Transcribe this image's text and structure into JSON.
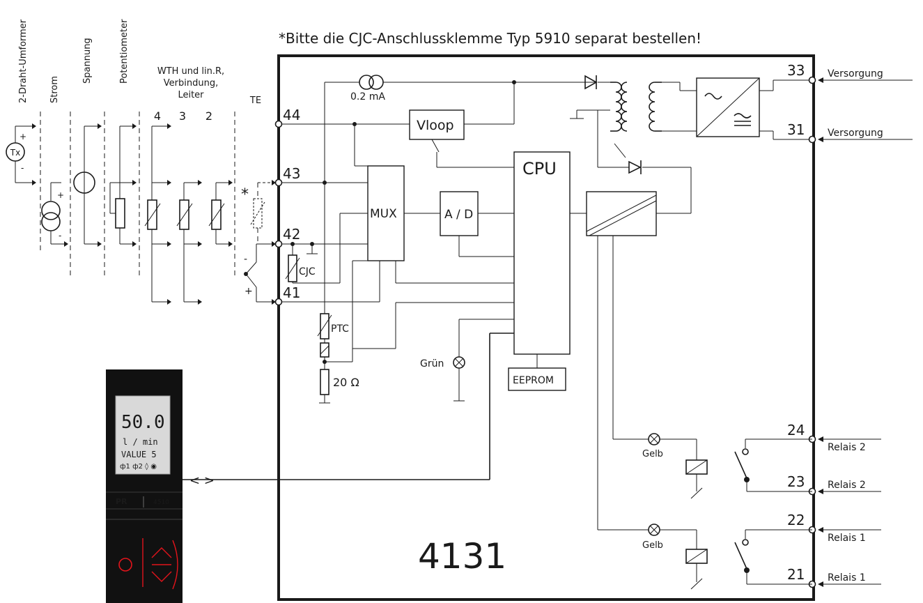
{
  "note": "*Bitte die CJC-Anschlussklemme Typ 5910 separat bestellen!",
  "device": {
    "model": "4131"
  },
  "input_types": {
    "transmitter": "2-Draht-Umformer",
    "current": "Strom",
    "voltage": "Spannung",
    "potentiometer": "Potentiometer",
    "rtd_line1": "WTH und lin.R,",
    "rtd_line2": "Verbindung,",
    "rtd_line3": "Leiter",
    "wire4": "4",
    "wire3": "3",
    "wire2": "2",
    "tc": "TE",
    "tx_symbol": "Tx",
    "star": "*",
    "plus": "+",
    "minus": "-"
  },
  "terminals": {
    "t44": "44",
    "t43": "43",
    "t42": "42",
    "t41": "41",
    "t33": "33",
    "t31": "31",
    "t24": "24",
    "t23": "23",
    "t22": "22",
    "t21": "21"
  },
  "blocks": {
    "current_source": "0.2 mA",
    "vloop": "Vloop",
    "cpu": "CPU",
    "mux": "MUX",
    "adc": "A / D",
    "eeprom": "EEPROM",
    "cjc": "CJC",
    "ptc": "PTC",
    "resistor": "20 Ω"
  },
  "leds": {
    "green": "Grün",
    "yellow1": "Gelb",
    "yellow2": "Gelb"
  },
  "outputs": {
    "supply1": "Versorgung",
    "supply2": "Versorgung",
    "relay2a": "Relais 2",
    "relay2b": "Relais 2",
    "relay1a": "Relais 1",
    "relay1b": "Relais 1"
  },
  "display": {
    "value": "50.0",
    "unit": "l / min",
    "tag": "VALUE 5",
    "status_row": "ф1 ф2 ◊ ◉",
    "brand": "PR",
    "model": "4510",
    "comm_symbol": "< >"
  },
  "colors": {
    "brand_red": "#e3141b",
    "display_bg": "#d9d9d9",
    "panel_black": "#111111"
  }
}
